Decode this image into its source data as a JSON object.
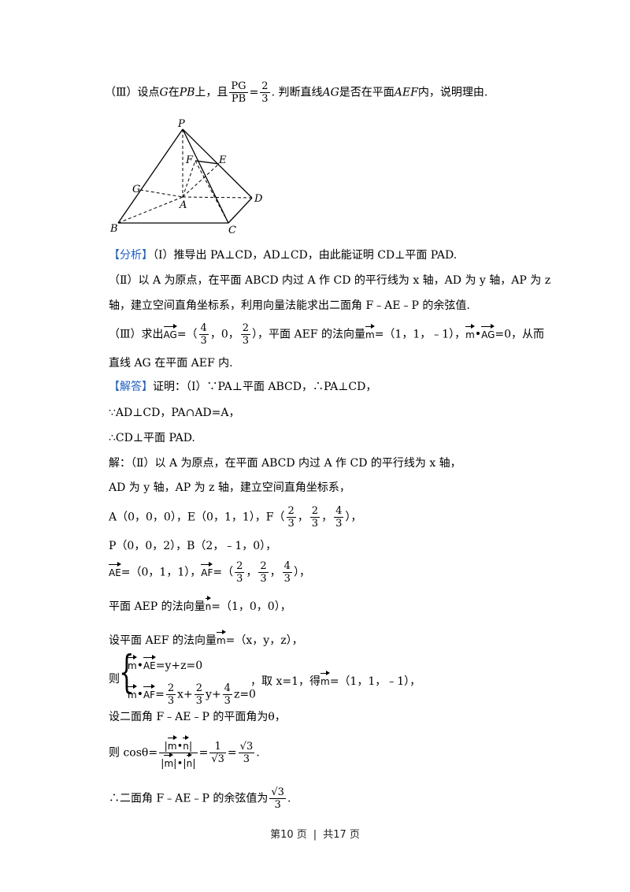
{
  "part3_question": {
    "prefix": "（Ⅲ）设点",
    "G": "G",
    "on": "在",
    "PB": "PB",
    "mid": "上，且",
    "frac_num": "PG",
    "frac_den": "PB",
    "eq": "=",
    "val_num": "2",
    "val_den": "3",
    "suffix_1": ". 判断直线",
    "AG": "AG",
    "suffix_2": "是否在平面",
    "AEF": "AEF",
    "suffix_3": "内，说明理由."
  },
  "diagram_labels": {
    "P": "P",
    "F": "F",
    "E": "E",
    "G": "G",
    "A": "A",
    "D": "D",
    "B": "B",
    "C": "C"
  },
  "analysis": {
    "tag": "【分析】",
    "l1": "（Ⅰ）推导出 PA⊥CD，AD⊥CD，由此能证明 CD⊥平面 PAD.",
    "l2": "（Ⅱ）以 A 为原点，在平面 ABCD 内过 A 作 CD 的平行线为 x 轴，AD 为 y 轴，AP 为 z",
    "l3": "轴，建立空间直角坐标系，利用向量法能求出二面角 F﹣AE﹣P 的余弦值.",
    "l4_a": "（Ⅲ）求出",
    "l4_vec": "AG",
    "l4_b": "=（",
    "l4_f1n": "4",
    "l4_f1d": "3",
    "l4_c": "，0，",
    "l4_f2n": "2",
    "l4_f2d": "3",
    "l4_d": "），平面 AEF 的法向量",
    "l4_vm": "m",
    "l4_e": "=（1，1，﹣1），",
    "l4_f": "•",
    "l4_g": "=0，从而",
    "l5": "直线 AG 在平面 AEF 内."
  },
  "solution": {
    "tag": "【解答】",
    "l1": "证明：（Ⅰ）∵PA⊥平面 ABCD，∴PA⊥CD，",
    "l2": "∵AD⊥CD，PA∩AD=A，",
    "l3": "∴CD⊥平面 PAD.",
    "l4": "解：（Ⅱ）以 A 为原点，在平面 ABCD 内过 A 作 CD 的平行线为 x 轴，",
    "l5": "AD 为 y 轴，AP 为 z 轴，建立空间直角坐标系，",
    "l6_a": "A（0，0，0），E（0，1，1），F（",
    "l6_c": "，",
    "l6_n": "2",
    "l6_d": "3",
    "l6_n3": "4",
    "l6_e": "），",
    "l7": "P（0，0，2），B（2，﹣1，0），",
    "l8_vAE": "AE",
    "l8_a": "=（0，1，1），",
    "l8_vAF": "AF",
    "l8_b": "=（",
    "l8_c": "），",
    "l9_a": "平面 AEP 的法向量",
    "l9_v": "n",
    "l9_b": "=（1，0，0），",
    "l10_a": "设平面 AEF 的法向量",
    "l10_v": "m",
    "l10_b": "=（x，y，z），",
    "sys_ze": "则",
    "sys_r1": "=y+z=0",
    "sys_r2_a": "=",
    "sys_r2_x": "x+",
    "sys_r2_y": "y+",
    "sys_r2_z": "z=0",
    "sys_tail": "，取 x=1，得",
    "sys_tail2": "=（1，1，﹣1），",
    "l12": "设二面角 F﹣AE﹣P 的平面角为θ，",
    "l13_a": "则 cosθ=",
    "l13_eq": "=",
    "l13_one": "1",
    "l13_s3": "√3",
    "l13_three": "3",
    "l13_end": ".",
    "l14_a": "∴二面角 F﹣AE﹣P 的余弦值为",
    "l14_end": "."
  },
  "footer": {
    "page": "第10 页",
    "sep": "|",
    "total": "共17 页"
  }
}
